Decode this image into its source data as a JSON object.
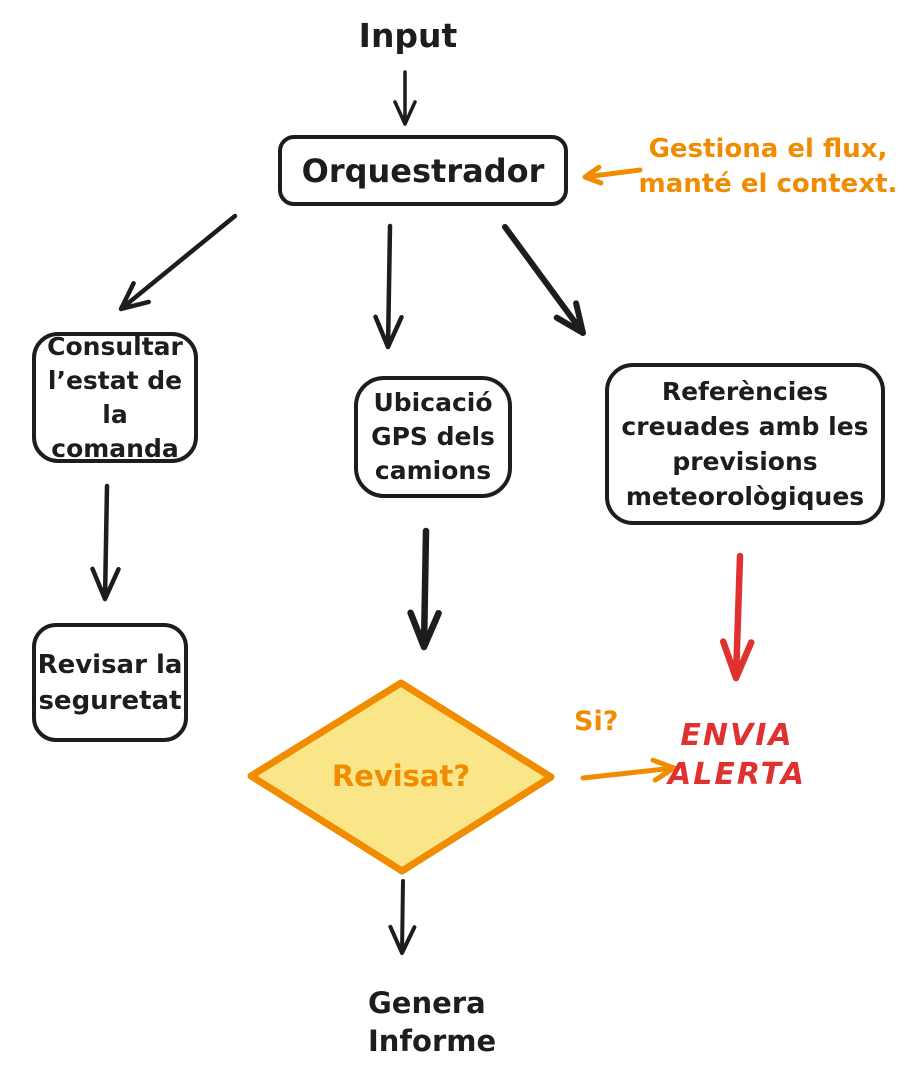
{
  "colors": {
    "ink": "#1d1d1d",
    "orange": "#f08c00",
    "red": "#e03131",
    "diamond_fill": "#fae588",
    "background": "#ffffff"
  },
  "nodes": {
    "input": "Input",
    "orchestrator": "Orquestrador",
    "consultar": {
      "l1": "Consultar",
      "l2": "l’estat de",
      "l3": "la comanda"
    },
    "gps": {
      "l1": "Ubicació",
      "l2": "GPS dels",
      "l3": "camions"
    },
    "referencies": {
      "l1": "Referències",
      "l2": "creuades amb les",
      "l3": "previsions",
      "l4": "meteorològiques"
    },
    "revisar": {
      "l1": "Revisar la",
      "l2": "seguretat"
    },
    "decision": "Revisat?",
    "genera": {
      "l1": "Genera",
      "l2": "Informe"
    }
  },
  "annotation": {
    "l1": "Gestiona el flux,",
    "l2": "manté el context."
  },
  "labels": {
    "si": "Si?",
    "alert": {
      "l1": "ENVIA",
      "l2": "ALERTA"
    }
  }
}
